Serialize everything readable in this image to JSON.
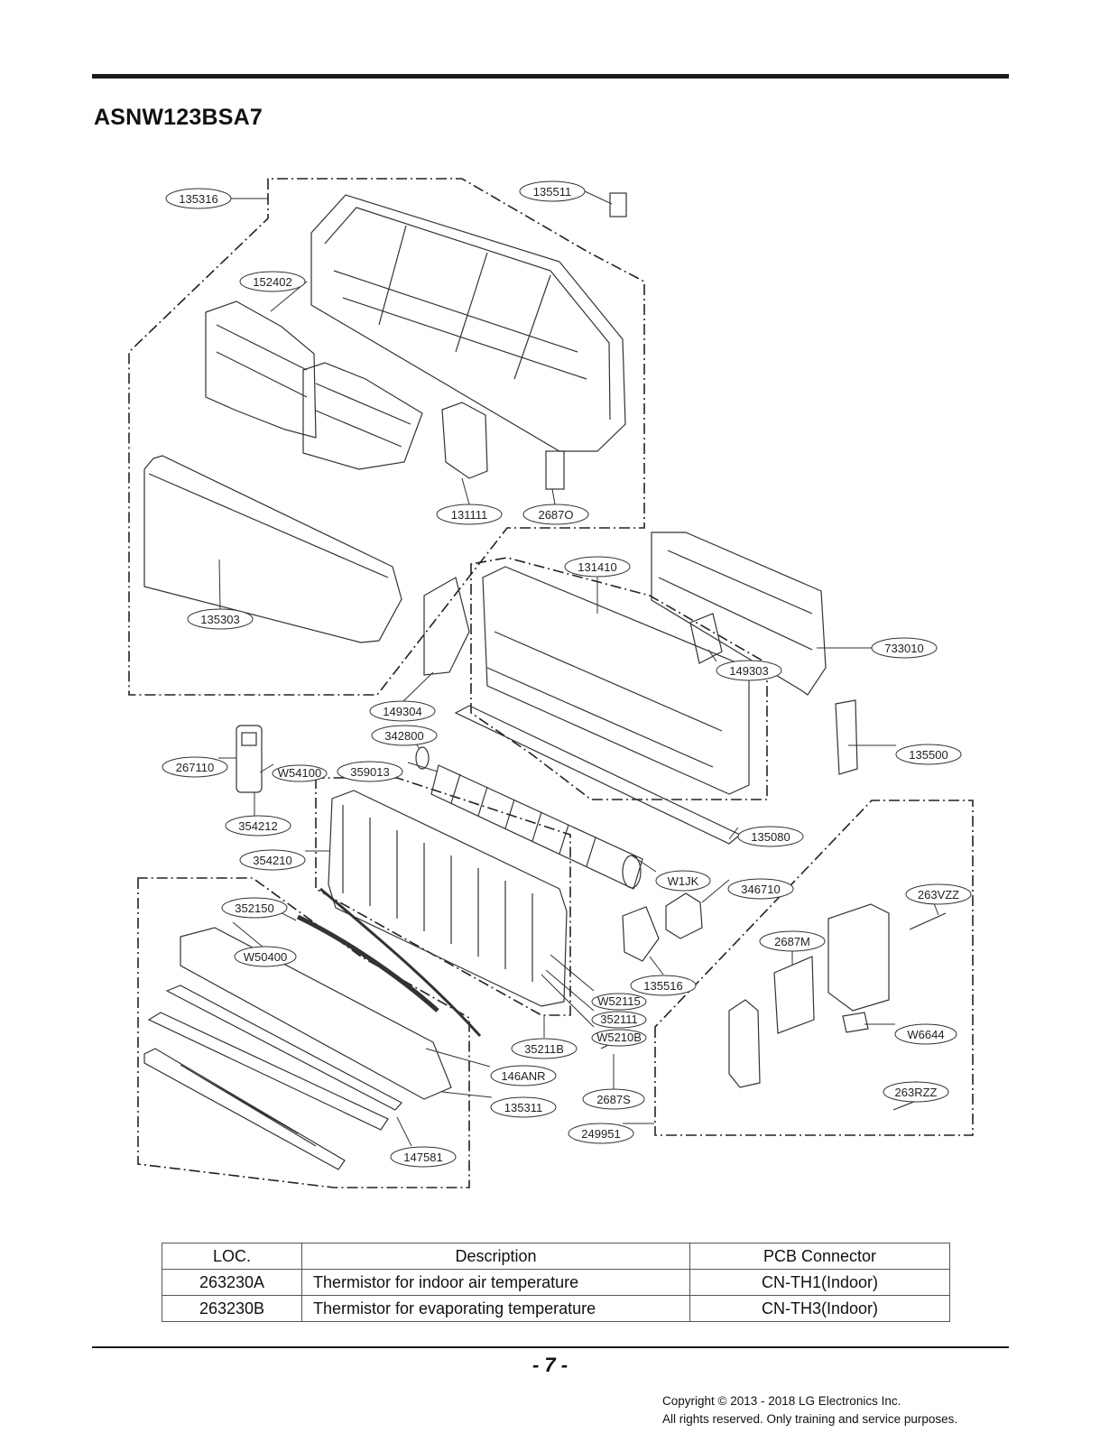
{
  "header": {
    "model": "ASNW123BSA7"
  },
  "callouts": [
    {
      "label": "135316"
    },
    {
      "label": "135511"
    },
    {
      "label": "152402"
    },
    {
      "label": "131111"
    },
    {
      "label": "2687O"
    },
    {
      "label": "135303"
    },
    {
      "label": "131410"
    },
    {
      "label": "733010"
    },
    {
      "label": "149303"
    },
    {
      "label": "149304"
    },
    {
      "label": "342800"
    },
    {
      "label": "135500"
    },
    {
      "label": "267110"
    },
    {
      "label": "W54100"
    },
    {
      "label": "359013"
    },
    {
      "label": "354212"
    },
    {
      "label": "135080"
    },
    {
      "label": "354210"
    },
    {
      "label": "W1JK"
    },
    {
      "label": "346710"
    },
    {
      "label": "263VZZ"
    },
    {
      "label": "352150"
    },
    {
      "label": "2687M"
    },
    {
      "label": "W50400"
    },
    {
      "label": "135516"
    },
    {
      "label": "W52115"
    },
    {
      "label": "352111"
    },
    {
      "label": "W6644"
    },
    {
      "label": "W5210B"
    },
    {
      "label": "35211B"
    },
    {
      "label": "146ANR"
    },
    {
      "label": "2687S"
    },
    {
      "label": "263RZZ"
    },
    {
      "label": "135311"
    },
    {
      "label": "249951"
    },
    {
      "label": "147581"
    }
  ],
  "parts_table": {
    "headers": [
      "LOC.",
      "Description",
      "PCB Connector"
    ],
    "rows": [
      {
        "loc": "263230A",
        "description": "Thermistor for indoor air temperature",
        "connector": "CN-TH1(Indoor)"
      },
      {
        "loc": "263230B",
        "description": "Thermistor for evaporating temperature",
        "connector": "CN-TH3(Indoor)"
      }
    ]
  },
  "footer": {
    "page_number": "- 7 -",
    "copyright_line1": "Copyright © 2013 - 2018 LG Electronics Inc.",
    "copyright_line2": "All rights reserved. Only training and service purposes."
  }
}
